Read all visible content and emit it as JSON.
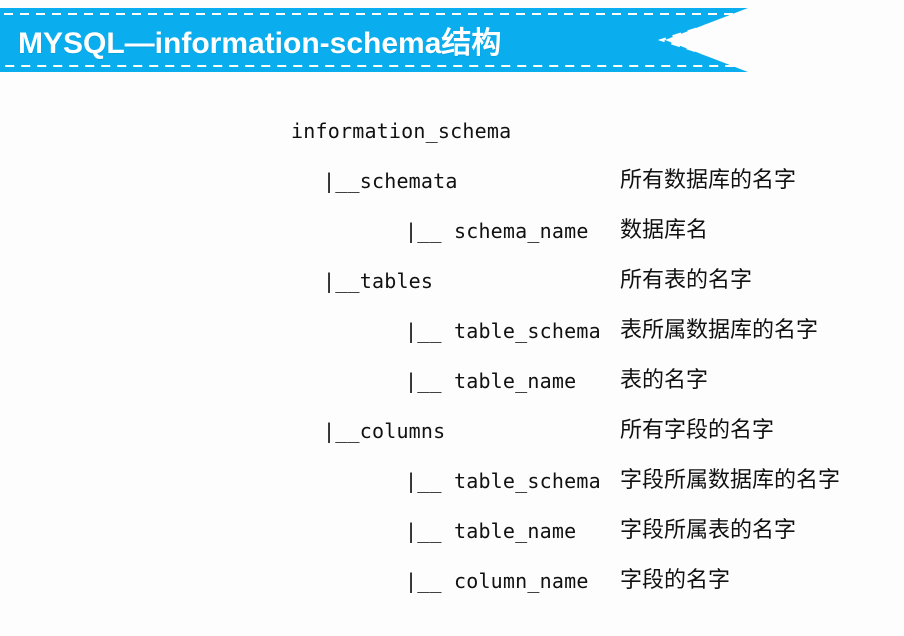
{
  "banner": {
    "title": "MYSQL—information-schema结构",
    "fill_color": "#0aaeee",
    "text_color": "#ffffff",
    "border_style": "dashed-white-inset",
    "shape": "ribbon-notched-right"
  },
  "page": {
    "background_color": "#fdfdfd"
  },
  "tree": {
    "root": "information_schema",
    "rows": [
      {
        "level": 0,
        "label": "information_schema",
        "annotation": ""
      },
      {
        "level": 1,
        "label": "|__schemata",
        "annotation": "所有数据库的名字"
      },
      {
        "level": 2,
        "label": "|__ schema_name",
        "annotation": "数据库名"
      },
      {
        "level": 1,
        "label": "|__tables",
        "annotation": "所有表的名字"
      },
      {
        "level": 2,
        "label": "|__ table_schema",
        "annotation": "表所属数据库的名字"
      },
      {
        "level": 2,
        "label": "|__ table_name",
        "annotation": "表的名字"
      },
      {
        "level": 1,
        "label": "|__columns",
        "annotation": "所有字段的名字"
      },
      {
        "level": 2,
        "label": "|__ table_schema",
        "annotation": "字段所属数据库的名字"
      },
      {
        "level": 2,
        "label": "|__ table_name",
        "annotation": "字段所属表的名字"
      },
      {
        "level": 2,
        "label": "|__ column_name",
        "annotation": "字段的名字"
      }
    ]
  }
}
